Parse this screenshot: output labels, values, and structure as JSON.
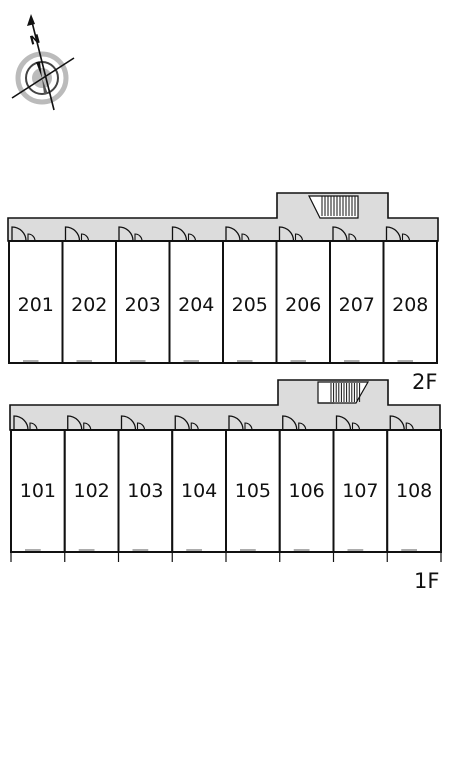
{
  "compass": {
    "north_label": "N"
  },
  "floors": [
    {
      "label": "2F",
      "units": [
        "201",
        "202",
        "203",
        "204",
        "205",
        "206",
        "207",
        "208"
      ]
    },
    {
      "label": "1F",
      "units": [
        "101",
        "102",
        "103",
        "104",
        "105",
        "106",
        "107",
        "108"
      ]
    }
  ],
  "colors": {
    "corridor": "#dcdcdc",
    "walls": "#111111",
    "background": "#ffffff"
  }
}
